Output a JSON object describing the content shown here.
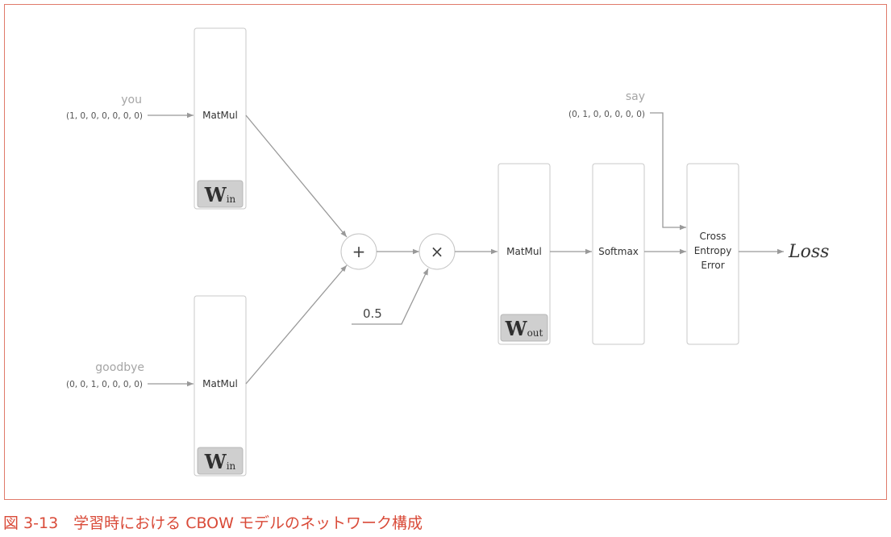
{
  "inputs": {
    "top": {
      "word": "you",
      "vector": "(1, 0, 0, 0, 0, 0, 0)"
    },
    "bottom": {
      "word": "goodbye",
      "vector": "(0, 0, 1, 0, 0, 0, 0)"
    },
    "target": {
      "word": "say",
      "vector": "(0, 1, 0, 0, 0, 0, 0)"
    }
  },
  "layers": {
    "matmul_in_top": {
      "label": "MatMul",
      "weight": "W",
      "weight_sub": "in"
    },
    "matmul_in_bottom": {
      "label": "MatMul",
      "weight": "W",
      "weight_sub": "in"
    },
    "matmul_out": {
      "label": "MatMul",
      "weight": "W",
      "weight_sub": "out"
    },
    "softmax": {
      "label": "Softmax"
    },
    "cross_entropy": {
      "lines": [
        "Cross",
        "Entropy",
        "Error"
      ]
    }
  },
  "operators": {
    "add": "+",
    "multiply": "×"
  },
  "constant": "0.5",
  "output": "Loss",
  "caption": "図 3-13　学習時における CBOW モデルのネットワーク構成",
  "colors": {
    "frame": "#e07a6a",
    "caption": "#d94a38",
    "wire": "#999999",
    "weight_fill": "#cfcfcf",
    "word_label": "#a5a5a5"
  }
}
